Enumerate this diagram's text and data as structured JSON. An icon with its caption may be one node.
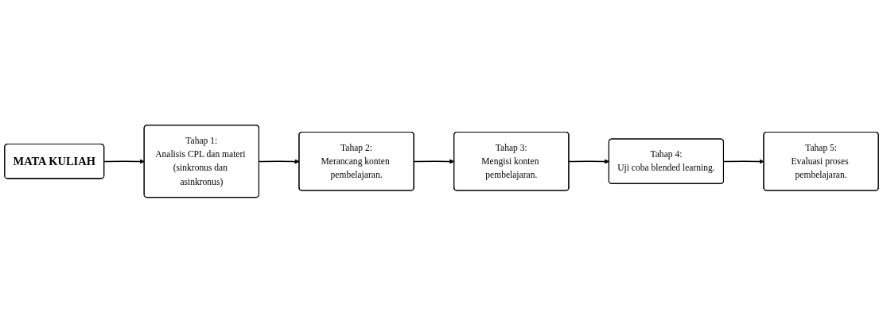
{
  "diagram": {
    "nodes": [
      {
        "text": [
          "Tahap 1:",
          "Analisis CPL dan materi (sinkronus dan asinkronus)"
        ]
      },
      {
        "text": [
          "Tahap 2:",
          "Merancang konten pembelajaran."
        ]
      },
      {
        "text": [
          "Tahap 3:",
          "Mengisi konten pembelajaran."
        ]
      },
      {
        "text": [
          "Tahap 4:",
          "Uji coba blended learning."
        ]
      },
      {
        "text": [
          "Tahap 5:",
          "Evaluasi proses pembelajaran."
        ]
      },
      {
        "text": [
          "MATA KULIAH"
        ]
      }
    ],
    "edges": [
      {
        "from": 5,
        "to": 0,
        "arrow": "to"
      },
      {
        "from": 0,
        "to": 1,
        "arrow": "to"
      },
      {
        "from": 1,
        "to": 2,
        "arrow": "to"
      },
      {
        "from": 2,
        "to": 3,
        "arrow": "to"
      },
      {
        "from": 3,
        "to": 4,
        "arrow": "to"
      }
    ]
  }
}
